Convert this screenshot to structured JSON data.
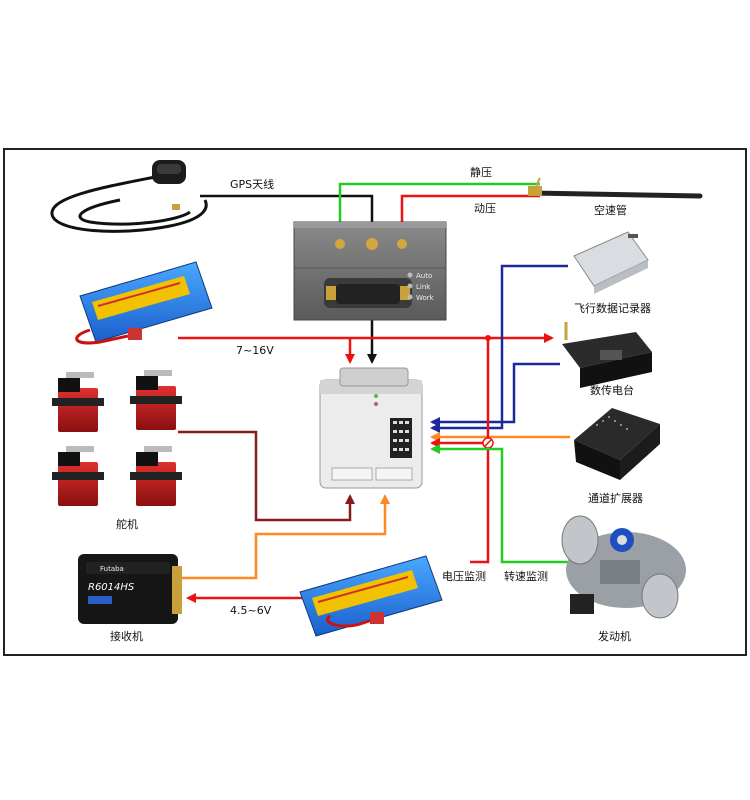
{
  "labels": {
    "gps": "GPS天线",
    "static_pressure": "静压",
    "dynamic_pressure": "动压",
    "pitot_tube": "空速管",
    "flight_recorder": "飞行数据记录器",
    "voltage_in": "7~16V",
    "datalink": "数传电台",
    "servos": "舵机",
    "channel_expander": "通道扩展器",
    "voltage_monitor": "电压监测",
    "rpm_monitor": "转速监测",
    "receiver": "接收机",
    "receiver_voltage": "4.5~6V",
    "engine": "发动机"
  },
  "status_leds": [
    "Auto",
    "Link",
    "Work"
  ],
  "receiver_brand": "Futaba",
  "receiver_model": "R6014HS",
  "colors": {
    "red": "#ee1111",
    "green": "#22cc22",
    "blue": "#1a2a9a",
    "orange": "#ff8822",
    "darkred": "#8b1a1a",
    "black": "#111111"
  }
}
